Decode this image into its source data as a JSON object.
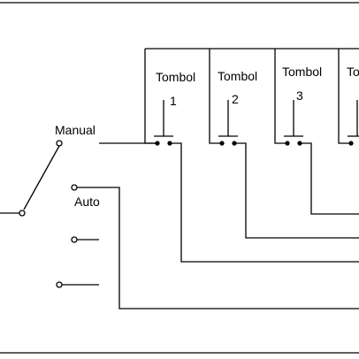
{
  "diagram": {
    "labels": {
      "manual": "Manual",
      "auto": "Auto"
    },
    "buttons": [
      {
        "word": "Tombol",
        "number": "1"
      },
      {
        "word": "Tombol",
        "number": "2"
      },
      {
        "word": "Tombol",
        "number": "3"
      },
      {
        "word": "To",
        "number": ""
      }
    ]
  }
}
